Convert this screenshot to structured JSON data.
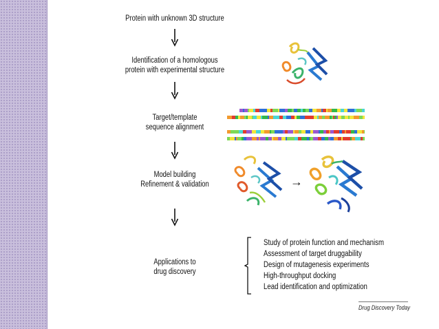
{
  "diagram": {
    "steps": [
      {
        "line1": "Protein with unknown 3D structure",
        "line2": ""
      },
      {
        "line1": "Identification of a homologous",
        "line2": "protein with experimental structure"
      },
      {
        "line1": "Target/template",
        "line2": "sequence alignment"
      },
      {
        "line1": "Model building",
        "line2": "Refinement & validation"
      },
      {
        "line1": "Applications to",
        "line2": "drug discovery"
      }
    ],
    "applications": [
      "Study of protein function and mechanism",
      "Assessment of target druggability",
      "Design of mutagenesis experiments",
      "High-throughput docking",
      "Lead identification and optimization"
    ],
    "refinement_arrow": "→",
    "caption": "Drug Discovery Today"
  },
  "colors": {
    "sidebar": "#c9bfdc",
    "seq_palette": [
      "#e23b2e",
      "#2e6fd8",
      "#33b84a",
      "#f2e63a",
      "#9b59d0",
      "#f29a2e",
      "#4ad6d6",
      "#7ed957"
    ]
  }
}
